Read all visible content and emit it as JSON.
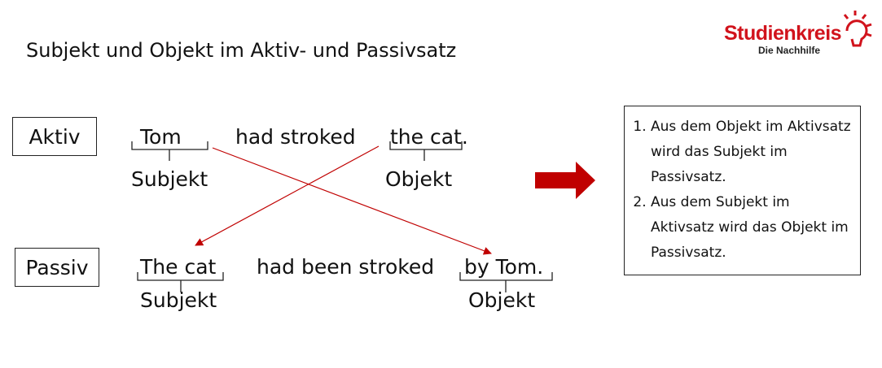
{
  "title": "Subjekt und Objekt im Aktiv- und Passivsatz",
  "logo": {
    "name": "Studienkreis",
    "tagline": "Die Nachhilfe"
  },
  "aktiv": {
    "label": "Aktiv",
    "subject": "Tom",
    "verb": "had stroked",
    "object": "the cat",
    "period": ".",
    "subject_role": "Subjekt",
    "object_role": "Objekt"
  },
  "passiv": {
    "label": "Passiv",
    "subject": "The cat",
    "verb": "had been stroked",
    "object": "by Tom.",
    "subject_role": "Subjekt",
    "object_role": "Objekt"
  },
  "rules": [
    "Aus dem Objekt im Aktivsatz wird das Subjekt im Passivsatz.",
    "Aus dem Subjekt im Aktivsatz wird das Objekt im Passivsatz."
  ],
  "colors": {
    "accent": "#c00000",
    "brand": "#d1131c",
    "text": "#111111"
  }
}
